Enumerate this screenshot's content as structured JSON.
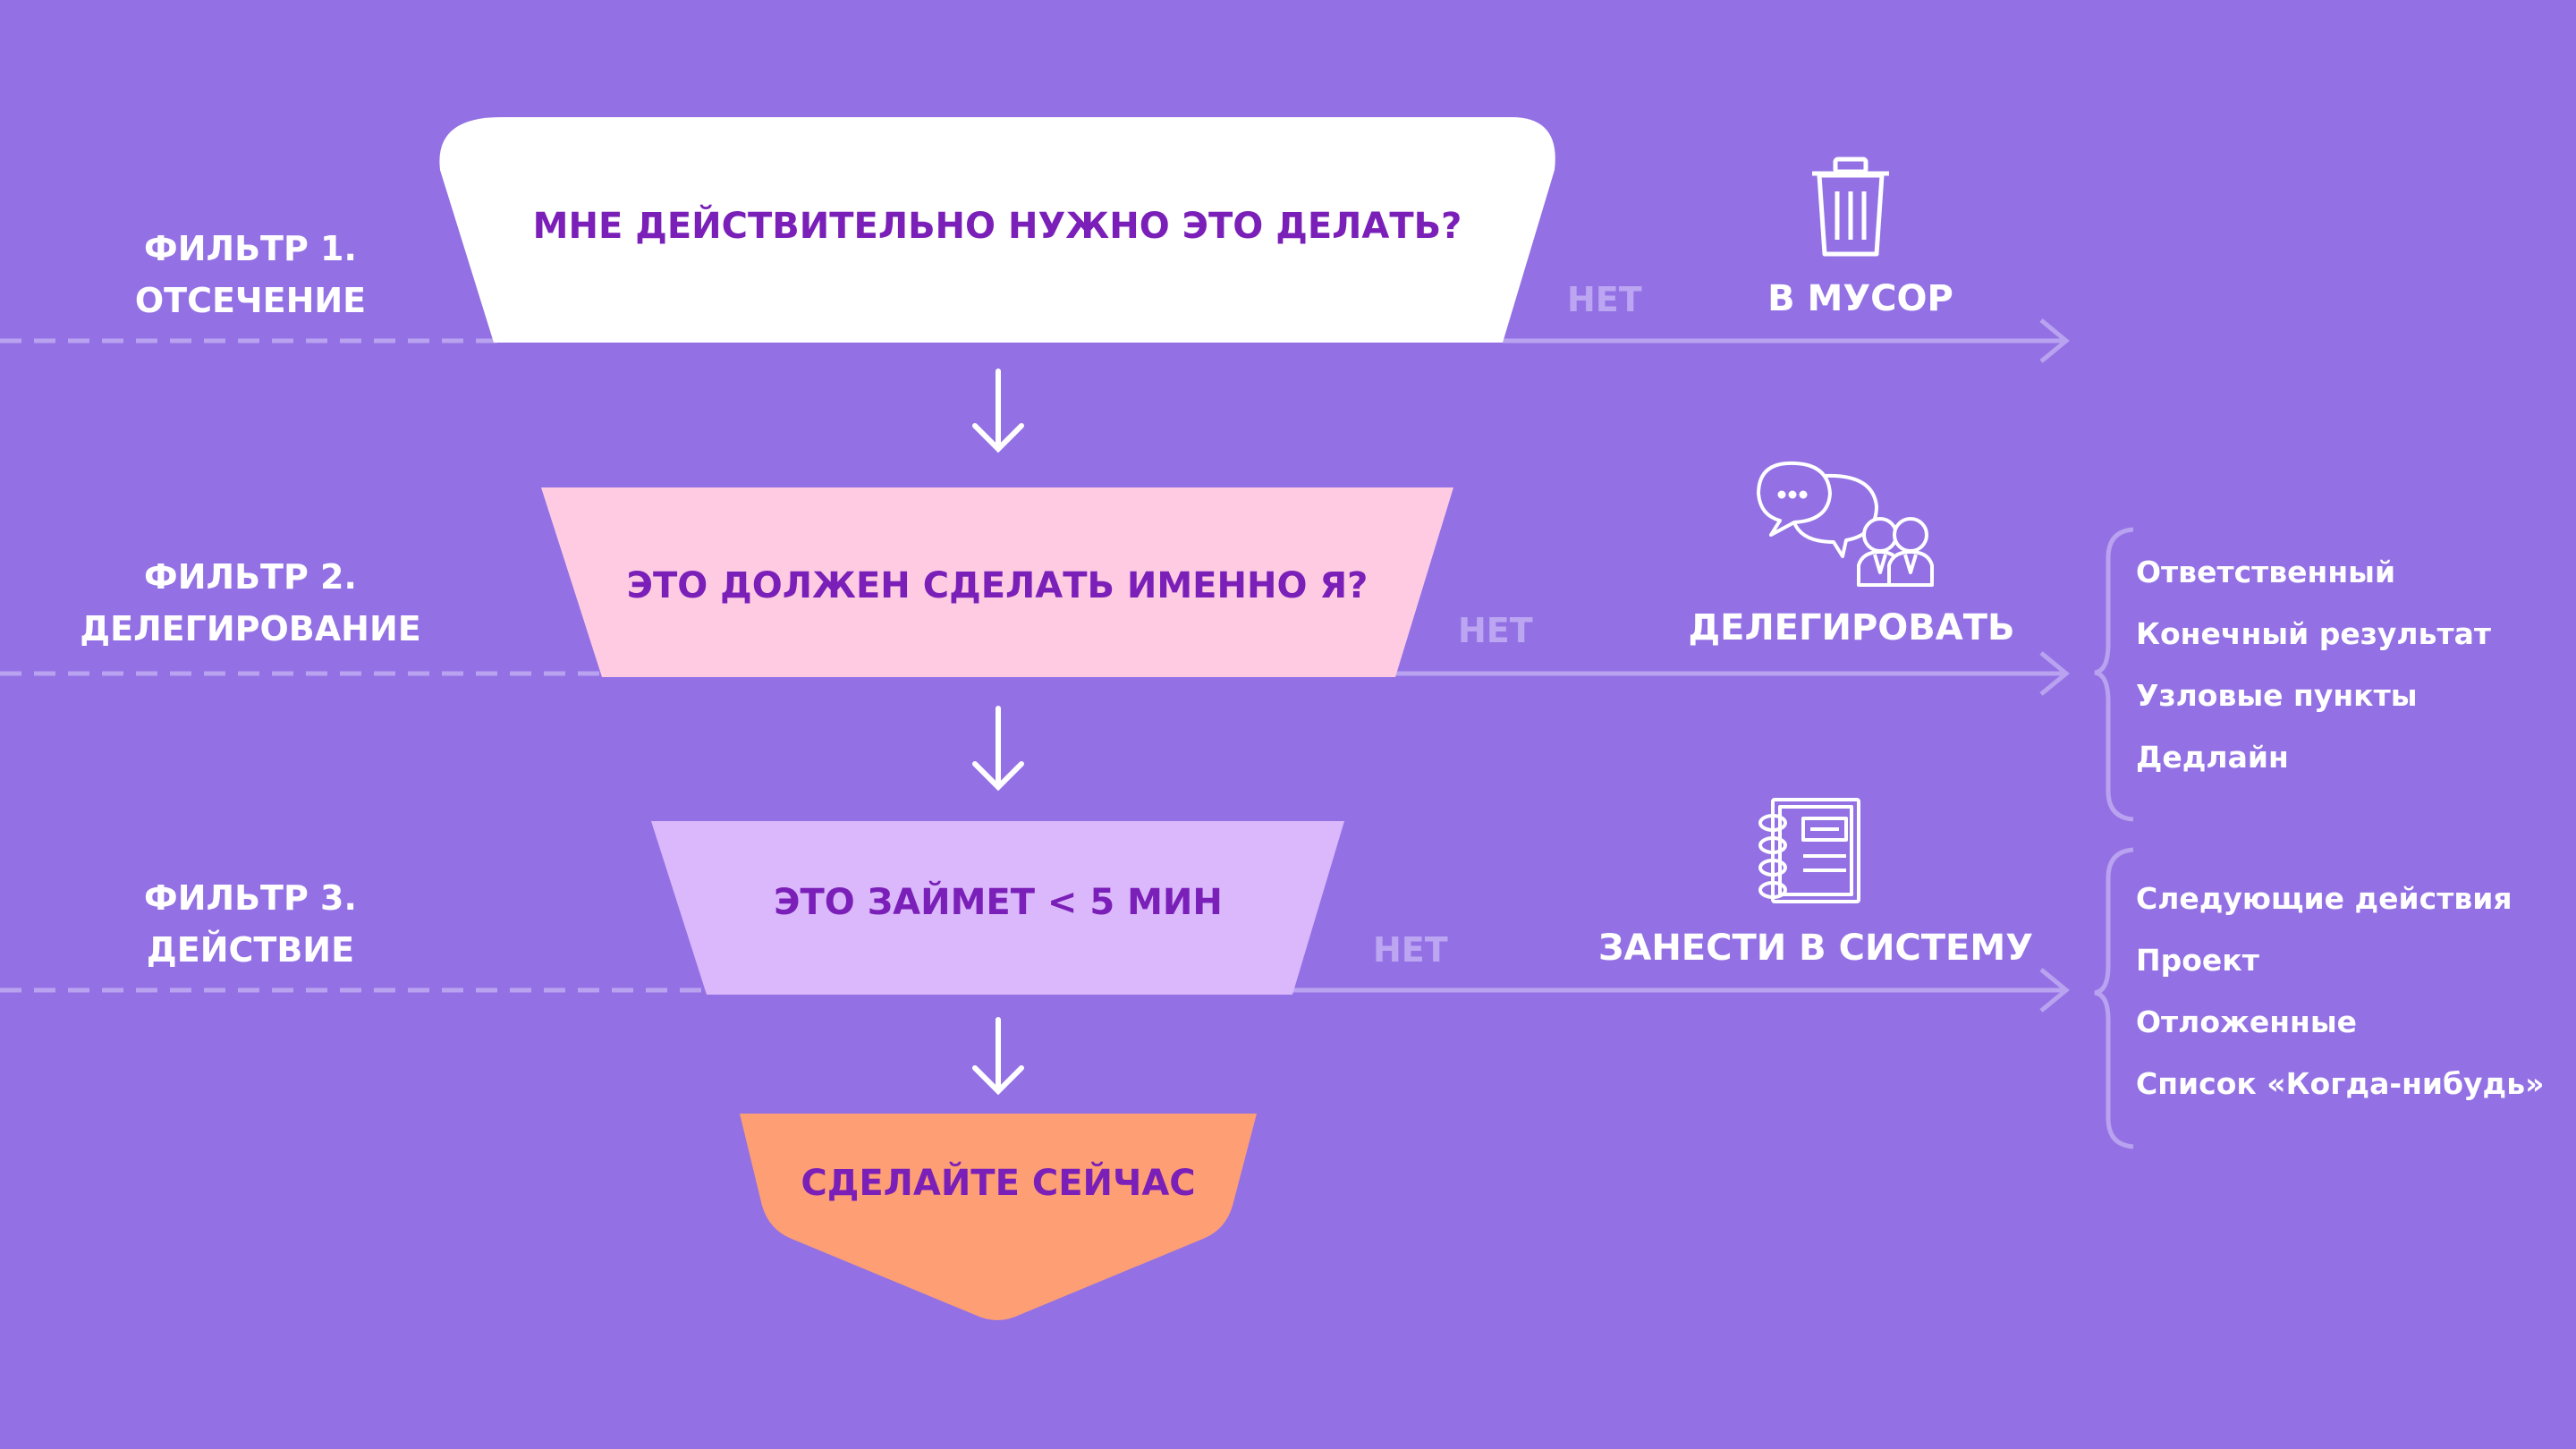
{
  "colors": {
    "background": "#9371e4",
    "funnel_1": "#ffffff",
    "funnel_2": "#fecbe3",
    "funnel_3": "#dbb8fb",
    "funnel_4": "#fd9e74",
    "question_text": "#7a1fb8",
    "no_text": "#bca6f2",
    "line": "#b9a2ef"
  },
  "filters": [
    {
      "line1": "ФИЛЬТР 1.",
      "line2": "ОТСЕЧЕНИЕ",
      "question": "МНЕ ДЕЙСТВИТЕЛЬНО НУЖНО ЭТО ДЕЛАТЬ?",
      "no": "НЕТ",
      "action": "В МУСОР",
      "icon": "trash-can-icon"
    },
    {
      "line1": "ФИЛЬТР 2.",
      "line2": "ДЕЛЕГИРОВАНИЕ",
      "question": "ЭТО ДОЛЖЕН СДЕЛАТЬ ИМЕННО Я?",
      "no": "НЕТ",
      "action": "ДЕЛЕГИРОВАТЬ",
      "icon": "delegate-people-icon"
    },
    {
      "line1": "ФИЛЬТР 3.",
      "line2": "ДЕЙСТВИЕ",
      "question": "ЭТО ЗАЙМЕТ < 5 МИН",
      "no": "НЕТ",
      "action": "ЗАНЕСТИ В СИСТЕМУ",
      "icon": "notebook-icon"
    }
  ],
  "final": "СДЕЛАЙТЕ СЕЙЧАС",
  "delegate_list": [
    "Ответственный",
    "Конечный результат",
    "Узловые пункты",
    "Дедлайн"
  ],
  "system_list": [
    "Следующие действия",
    "Проект",
    "Отложенные",
    "Список «Когда-нибудь»"
  ]
}
